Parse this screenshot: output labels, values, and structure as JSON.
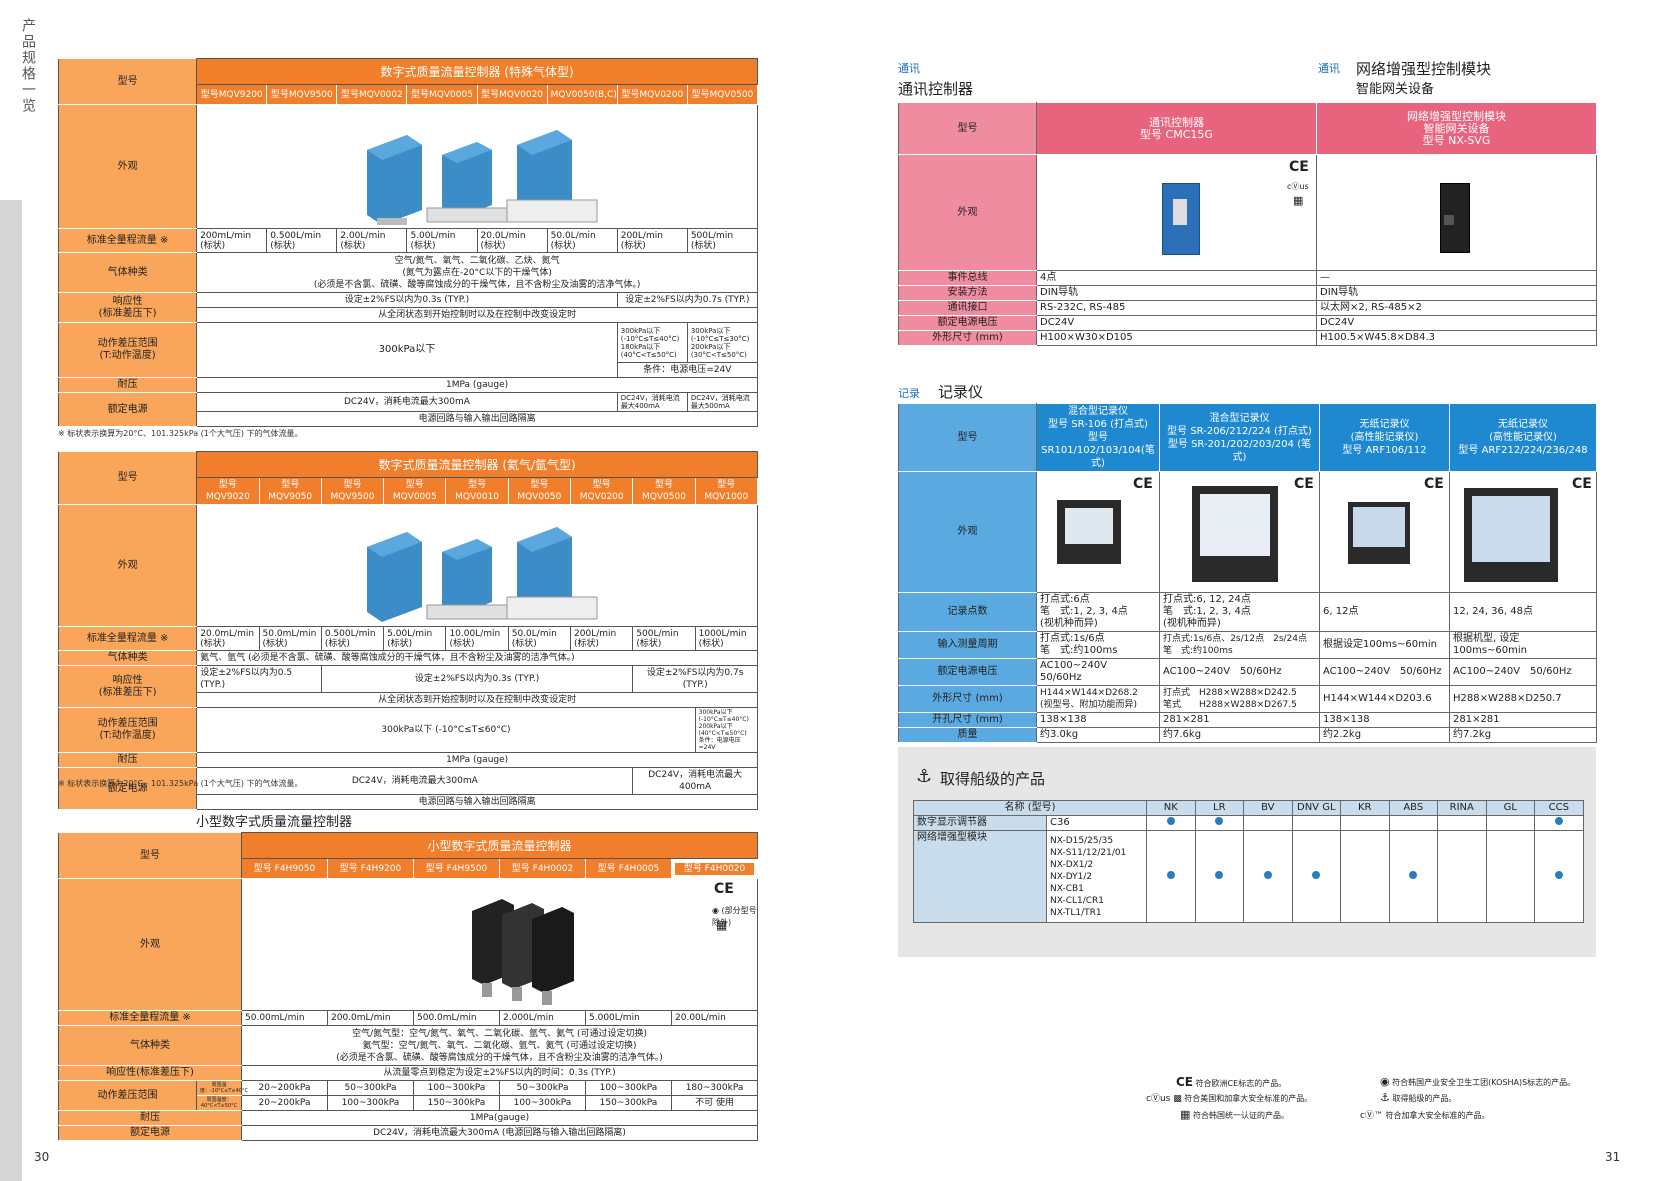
{
  "left_side_label": "产品规格一览",
  "page_left": "30",
  "page_right": "31",
  "t1": {
    "title": "数字式质量流量控制器 (特殊气体型)",
    "row_model": "型号",
    "models": [
      "型号MQV9200",
      "型号MQV9500",
      "型号MQV0002",
      "型号MQV0005",
      "型号MQV0020",
      "MQV0050(B,C)",
      "型号MQV0200",
      "型号MQV0500"
    ],
    "row_appearance": "外观",
    "row_flow": "标准全量程流量 ※",
    "flows": [
      "200mL/min\n(标状)",
      "0.500L/min\n(标状)",
      "2.00L/min\n(标状)",
      "5.00L/min\n(标状)",
      "20.0L/min\n(标状)",
      "50.0L/min\n(标状)",
      "200L/min\n(标状)",
      "500L/min\n(标状)"
    ],
    "row_gas": "气体种类",
    "gas": "空气/氮气、氧气、二氧化碳、乙炔、氮气\n(氮气为露点在-20°C以下的干燥气体)\n(必须是不含氯、硫磺、酸等腐蚀成分的干燥气体，且不含粉尘及油雾的洁净气体。)",
    "row_resp": "响应性\n(标准差压下)",
    "resp_a": "设定±2%FS以内为0.3s (TYP.)",
    "resp_b": "设定±2%FS以内为0.7s (TYP.)",
    "resp_c": "从全闭状态到开始控制时以及在控制中改变设定时",
    "row_dp": "动作差压范围\n(T:动作温度)",
    "dp_a": "300kPa以下",
    "dp_b": "300kPa以下\n(-10°C≤T≤40°C)\n180kPa以下\n(40°C<T≤50°C)",
    "dp_c": "300kPa以下\n(-10°C≤T≤30°C)\n200kPa以下\n(30°C<T≤50°C)",
    "dp_d": "条件：电源电压=24V",
    "row_press": "耐压",
    "press": "1MPa (gauge)",
    "row_power": "额定电源",
    "power_a": "DC24V，消耗电流最大300mA",
    "power_b": "DC24V，消耗电流\n最大400mA",
    "power_c": "DC24V，消耗电流\n最大500mA",
    "power_d": "电源回路与输入输出回路隔离",
    "note": "※ 标状表示换算为20°C、101.325kPa (1个大气压) 下的气体流量。"
  },
  "t2": {
    "title": "数字式质量流量控制器 (氦气/氩气型)",
    "row_model": "型号",
    "models": [
      "型号MQV9020",
      "型号MQV9050",
      "型号MQV9500",
      "型号MQV0005",
      "型号MQV0010",
      "型号MQV0050",
      "型号MQV0200",
      "型号MQV0500",
      "型号MQV1000"
    ],
    "row_appearance": "外观",
    "row_flow": "标准全量程流量 ※",
    "flows": [
      "20.0mL/min\n(标状)",
      "50.0mL/min\n(标状)",
      "0.500L/min\n(标状)",
      "5.00L/min\n(标状)",
      "10.00L/min\n(标状)",
      "50.0L/min\n(标状)",
      "200L/min\n(标状)",
      "500L/min\n(标状)",
      "1000L/min\n(标状)"
    ],
    "row_gas": "气体种类",
    "gas": "氦气、氩气 (必须是不含氯、硫磺、酸等腐蚀成分的干燥气体，且不含粉尘及油雾的洁净气体。)",
    "row_resp": "响应性\n(标准差压下)",
    "resp_a": "设定±2%FS以内为0.5 (TYP.)",
    "resp_b": "设定±2%FS以内为0.3s (TYP.)",
    "resp_c": "设定±2%FS以内为0.7s (TYP.)",
    "resp_d": "从全闭状态到开始控制时以及在控制中改变设定时",
    "row_dp": "动作差压范围\n(T:动作温度)",
    "dp_a": "300kPa以下 (-10°C≤T≤60°C)",
    "dp_b": "300kPa以下\n(-10°C≤T≤40°C)\n200kPa以下\n(40°C<T≤50°C)\n条件：电源电压=24V",
    "row_press": "耐压",
    "press": "1MPa (gauge)",
    "row_power": "额定电源",
    "power_a": "DC24V，消耗电流最大300mA",
    "power_b": "DC24V，消耗电流最大400mA",
    "power_c": "电源回路与输入输出回路隔离",
    "note": "※ 标状表示换算为20°C、101.325kPa (1个大气压) 下的气体流量。"
  },
  "t3": {
    "section": "小型数字式质量流量控制器",
    "title": "小型数字式质量流量控制器",
    "row_model": "型号",
    "models": [
      "型号 F4H9050",
      "型号 F4H9200",
      "型号 F4H9500",
      "型号 F4H0002",
      "型号 F4H0005",
      "型号 F4H0020"
    ],
    "row_appearance": "外观",
    "cert_note": "(部分型号除外)",
    "row_flow": "标准全量程流量 ※",
    "flows": [
      "50.00mL/min",
      "200.0mL/min",
      "500.0mL/min",
      "2.000L/min",
      "5.000L/min",
      "20.00L/min"
    ],
    "row_gas": "气体种类",
    "gas": "空气/氮气型：空气/氮气、氧气、二氧化碳、氩气、氦气 (可通过设定切换)\n氦气型：空气/氮气、氧气、二氧化碳、氩气、氦气 (可通过设定切换)\n(必须是不含氯、硫磺、酸等腐蚀成分的干燥气体，且不含粉尘及油雾的洁净气体。)",
    "row_resp": "响应性(标准差压下)",
    "resp": "从流量零点到稳定为设定±2%FS以内的时间：0.3s (TYP.)",
    "row_dp": "动作差压范围",
    "dp_sub1": "周围温度：-10°C≤T≤40°C",
    "dp_sub2": "周围温度：40°C<T≤50°C",
    "dp_r1": [
      "20~200kPa",
      "50~300kPa",
      "100~300kPa",
      "50~300kPa",
      "100~300kPa",
      "180~300kPa"
    ],
    "dp_r2": [
      "20~200kPa",
      "100~300kPa",
      "150~300kPa",
      "100~300kPa",
      "150~300kPa",
      "不可 使用"
    ],
    "row_press": "耐压",
    "press": "1MPa(gauge)",
    "row_power": "额定电源",
    "power": "DC24V，消耗电流最大300mA (电源回路与输入输出回路隔离)"
  },
  "comm": {
    "tag": "通讯",
    "title": "通讯控制器",
    "tag2": "通讯",
    "title2": "网络增强型控制模块",
    "subtitle2": "智能网关设备",
    "row_model": "型号",
    "col1": "通讯控制器\n型号 CMC15G",
    "col2": "网络增强型控制模块\n智能网关设备\n型号 NX-SVG",
    "row_appearance": "外观",
    "rows": [
      {
        "label": "事件总线",
        "a": "4点",
        "b": "—"
      },
      {
        "label": "安装方法",
        "a": "DIN导轨",
        "b": "DIN导轨"
      },
      {
        "label": "通讯接口",
        "a": "RS-232C, RS-485",
        "b": "以太网×2, RS-485×2"
      },
      {
        "label": "额定电源电压",
        "a": "DC24V",
        "b": "DC24V"
      },
      {
        "label": "外形尺寸 (mm)",
        "a": "H100×W30×D105",
        "b": "H100.5×W45.8×D84.3"
      }
    ]
  },
  "rec": {
    "tag": "记录",
    "title": "记录仪",
    "row_model": "型号",
    "cols": [
      "混合型记录仪\n型号 SR-106 (打点式)\n型号 SR101/102/103/104(笔式)",
      "混合型记录仪\n型号 SR-206/212/224 (打点式)\n型号 SR-201/202/203/204 (笔式)",
      "无纸记录仪\n(高性能记录仪)\n型号 ARF106/112",
      "无纸记录仪\n(高性能记录仪)\n型号 ARF212/224/236/248"
    ],
    "row_appearance": "外观",
    "rows": [
      {
        "label": "记录点数",
        "v": [
          "打点式:6点\n笔　式:1, 2, 3, 4点\n(视机种而异)",
          "打点式:6, 12, 24点\n笔　式:1, 2, 3, 4点\n(视机种而异)",
          "6, 12点",
          "12, 24, 36, 48点"
        ]
      },
      {
        "label": "输入测量周期",
        "v": [
          "打点式:1s/6点\n笔　式:约100ms",
          "打点式:1s/6点、2s/12点　2s/24点\n笔　式:约100ms",
          "根据设定100ms~60min",
          "根据机型, 设定100ms~60min"
        ]
      },
      {
        "label": "额定电源电压",
        "v": [
          "AC100~240V　50/60Hz",
          "AC100~240V　50/60Hz",
          "AC100~240V　50/60Hz",
          "AC100~240V　50/60Hz"
        ]
      },
      {
        "label": "外形尺寸 (mm)",
        "v": [
          "H144×W144×D268.2\n(视型号、附加功能而异)",
          "打点式　H288×W288×D242.5\n笔式　　H288×W288×D267.5",
          "H144×W144×D203.6",
          "H288×W288×D250.7"
        ]
      },
      {
        "label": "开孔尺寸 (mm)",
        "v": [
          "138×138",
          "281×281",
          "138×138",
          "281×281"
        ]
      },
      {
        "label": "质量",
        "v": [
          "约3.0kg",
          "约7.6kg",
          "约2.2kg",
          "约7.2kg"
        ]
      }
    ]
  },
  "marine": {
    "title": "取得船级的产品",
    "head_name": "名称 (型号)",
    "societies": [
      "NK",
      "LR",
      "BV",
      "DNV GL",
      "KR",
      "ABS",
      "RINA",
      "GL",
      "CCS"
    ],
    "rows": [
      {
        "name": "数字显示调节器",
        "models": "C36",
        "marks": [
          true,
          true,
          false,
          false,
          false,
          false,
          false,
          false,
          true
        ]
      },
      {
        "name": "网络增强型模块",
        "models": "NX-D15/25/35\nNX-S11/12/21/01\nNX-DX1/2\nNX-DY1/2\nNX-CB1\nNX-CL1/CR1\nNX-TL1/TR1",
        "marks": [
          true,
          true,
          true,
          true,
          false,
          true,
          false,
          false,
          true
        ]
      }
    ]
  },
  "legend": {
    "ce": "符合欧洲CE标志的产品。",
    "ul": "符合美国和加拿大安全标准的产品。",
    "kc": "符合韩国统一认证的产品。",
    "kosha": "符合韩国产业安全卫生工团(KOSHA)S标志的产品。",
    "ship": "取得船级的产品。",
    "cul": "符合加拿大安全标准的产品。"
  }
}
